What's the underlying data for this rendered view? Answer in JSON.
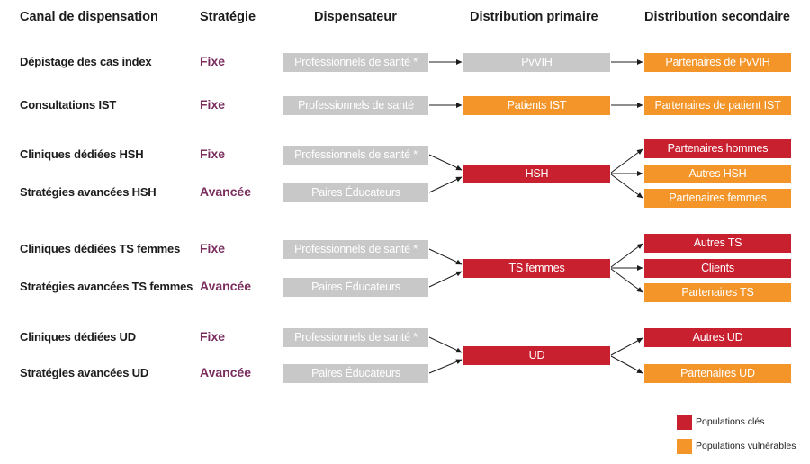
{
  "headers": {
    "canal": "Canal de dispensation",
    "strategie": "Stratégie",
    "dispensateur": "Dispensateur",
    "primaire": "Distribution primaire",
    "secondaire": "Distribution secondaire"
  },
  "rows": [
    {
      "canal": "Dépistage des cas index",
      "strategie": "Fixe",
      "dispensateur": "Professionnels de santé *"
    },
    {
      "canal": "Consultations IST",
      "strategie": "Fixe",
      "dispensateur": "Professionnels de santé"
    },
    {
      "canal": "Cliniques dédiées HSH",
      "strategie": "Fixe",
      "dispensateur": "Professionnels de santé *"
    },
    {
      "canal": "Stratégies avancées HSH",
      "strategie": "Avancée",
      "dispensateur": "Paires Éducateurs"
    },
    {
      "canal": "Cliniques dédiées TS femmes",
      "strategie": "Fixe",
      "dispensateur": "Professionnels de santé *"
    },
    {
      "canal": "Stratégies avancées TS femmes",
      "strategie": "Avancée",
      "dispensateur": "Paires Éducateurs"
    },
    {
      "canal": "Cliniques dédiées UD",
      "strategie": "Fixe",
      "dispensateur": "Professionnels de santé *"
    },
    {
      "canal": "Stratégies avancées UD",
      "strategie": "Avancée",
      "dispensateur": "Paires Éducateurs"
    }
  ],
  "primary": [
    {
      "label": "PvVIH",
      "category": "neutral"
    },
    {
      "label": "Patients IST",
      "category": "vulnerable"
    },
    {
      "label": "HSH",
      "category": "key"
    },
    {
      "label": "TS femmes",
      "category": "key"
    },
    {
      "label": "UD",
      "category": "key"
    }
  ],
  "secondary": [
    {
      "label": "Partenaires de PvVIH",
      "category": "vulnerable"
    },
    {
      "label": "Partenaires de patient IST",
      "category": "vulnerable"
    },
    {
      "label": "Partenaires hommes",
      "category": "key"
    },
    {
      "label": "Autres HSH",
      "category": "vulnerable"
    },
    {
      "label": "Partenaires femmes",
      "category": "vulnerable"
    },
    {
      "label": "Autres TS",
      "category": "key"
    },
    {
      "label": "Clients",
      "category": "key"
    },
    {
      "label": "Partenaires TS",
      "category": "vulnerable"
    },
    {
      "label": "Autres UD",
      "category": "key"
    },
    {
      "label": "Partenaires UD",
      "category": "vulnerable"
    }
  ],
  "legend": {
    "key": "Populations clés",
    "vulnerable": "Populations vulnérables"
  },
  "colors": {
    "key": "#c8202f",
    "vulnerable": "#f4952a",
    "neutral": "#c8c8c8",
    "strategy": "#7b2d5e"
  }
}
